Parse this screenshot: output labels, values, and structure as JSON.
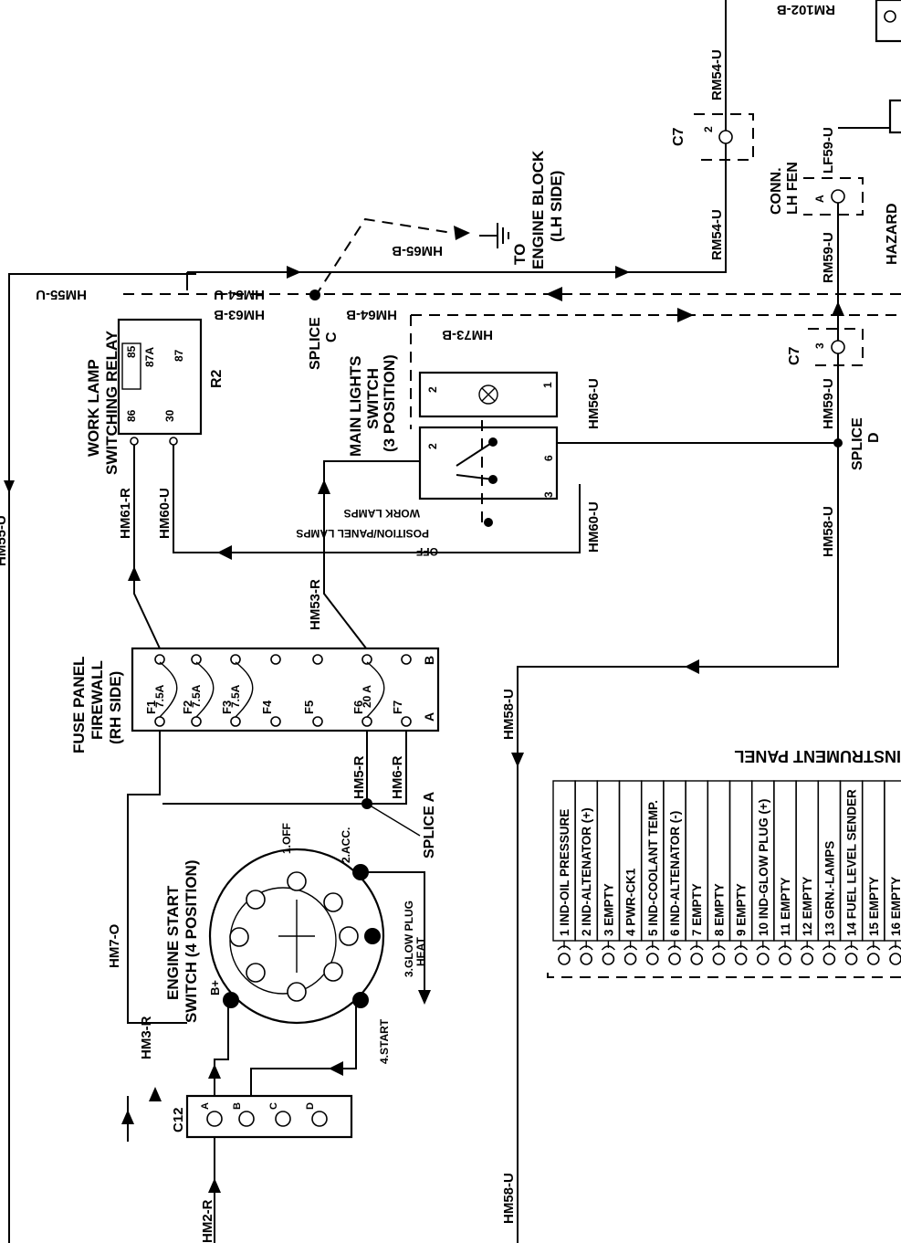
{
  "wires": {
    "hm55_top": "HM55-U",
    "hm55_left": "HM55-U",
    "hm54": "HM54-U",
    "hm63": "HM63-B",
    "hm65": "HM65-B",
    "hm64": "HM64-B",
    "hm73": "HM73-B",
    "hm56": "HM56-U",
    "hm60_relay": "HM60-U",
    "hm60_switch": "HM60-U",
    "hm61": "HM61-R",
    "hm53": "HM53-R",
    "hm5": "HM5-R",
    "hm6": "HM6-R",
    "hm7": "HM7-O",
    "hm3": "HM3-R",
    "hm2": "HM2-R",
    "hm58_top": "HM58-U",
    "hm58_mid": "HM58-U",
    "hm58_bottom": "HM58-U",
    "rm54_top": "RM54-U",
    "rm54_bottom": "RM54-U",
    "rm59_left": "RM59-U",
    "lf59": "LF59-U",
    "hm59": "HM59-U",
    "rm102": "RM102-B"
  },
  "components": {
    "relay_title_1": "WORK LAMP",
    "relay_title_2": "SWITCHING RELAY",
    "relay_id": "R2",
    "relay_pins": [
      "85",
      "87A",
      "87",
      "86",
      "30"
    ],
    "splice_c_1": "SPLICE",
    "splice_c_2": "C",
    "splice_d_1": "SPLICE",
    "splice_d_2": "D",
    "splice_a": "SPLICE A",
    "ground_1": "TO",
    "ground_2": "ENGINE BLOCK",
    "ground_3": "(LH SIDE)",
    "switch_title_1": "MAIN LIGHTS",
    "switch_title_2": "SWITCH",
    "switch_title_3": "(3 POSITION)",
    "switch_pos_1": "OFF",
    "switch_pos_2": "POSITION/PANEL LAMPS",
    "switch_pos_3": "WORK LAMPS",
    "switch_pins": [
      "2",
      "1",
      "2",
      "6",
      "3"
    ],
    "c7_top": "C7",
    "c7_top_pin": "2",
    "c7_mid": "C7",
    "c7_mid_pin": "3",
    "conn_1": "CONN.",
    "conn_2": "LH FEN",
    "conn_pin": "A",
    "hazard": "HAZARD",
    "fuse_title_1": "FUSE PANEL",
    "fuse_title_2": "FIREWALL",
    "fuse_title_3": "(RH SIDE)",
    "fuses": [
      {
        "id": "F1",
        "rating": "7.5A"
      },
      {
        "id": "F2",
        "rating": "7.5A"
      },
      {
        "id": "F3",
        "rating": "7.5A"
      },
      {
        "id": "F4",
        "rating": ""
      },
      {
        "id": "F5",
        "rating": ""
      },
      {
        "id": "F6",
        "rating": "20 A"
      },
      {
        "id": "F7",
        "rating": ""
      }
    ],
    "fuse_side_a": "A",
    "fuse_side_b": "B",
    "start_title_1": "ENGINE START",
    "start_title_2": "SWITCH (4 POSITION)",
    "start_positions": [
      "1.OFF",
      "2.ACC.",
      "3.GLOW PLUG",
      "HEAT",
      "4.START"
    ],
    "start_bplus": "B+",
    "c12": "C12",
    "c12_pins": [
      "A",
      "B",
      "C",
      "D"
    ],
    "instrument_panel": "INSTRUMENT PANEL"
  },
  "instrument_pins": [
    "1 IND-OIL PRESSURE",
    "2 IND-ALTENATOR (+)",
    "3 EMPTY",
    "4 PWR-CK1",
    "5 IND-COOLANT TEMP.",
    "6 IND-ALTENATOR (-)",
    "7 EMPTY",
    "8 EMPTY",
    "9 EMPTY",
    "10 IND-GLOW PLUG (+)",
    "11 EMPTY",
    "12 EMPTY",
    "13 GRN.-LAMPS",
    "14 FUEL LEVEL SENDER",
    "15 EMPTY",
    "16 EMPTY"
  ]
}
